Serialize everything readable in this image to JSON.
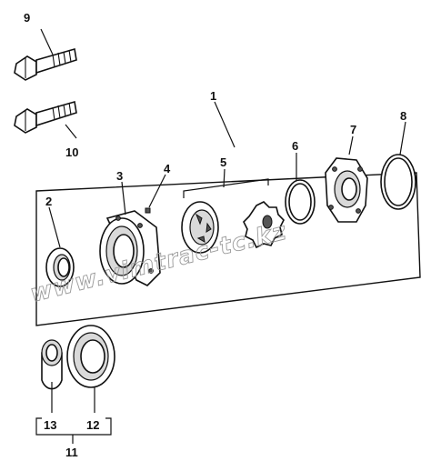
{
  "diagram": {
    "callouts": {
      "c1": "1",
      "c2": "2",
      "c3": "3",
      "c4": "4",
      "c5": "5",
      "c6": "6",
      "c7": "7",
      "c8": "8",
      "c9": "9",
      "c10": "10",
      "c11": "11",
      "c12": "12",
      "c13": "13"
    },
    "watermark": "www.vimtrac-tc.kz",
    "colors": {
      "line": "#111111",
      "watermark": "#9a9a9a",
      "background": "#ffffff"
    }
  }
}
